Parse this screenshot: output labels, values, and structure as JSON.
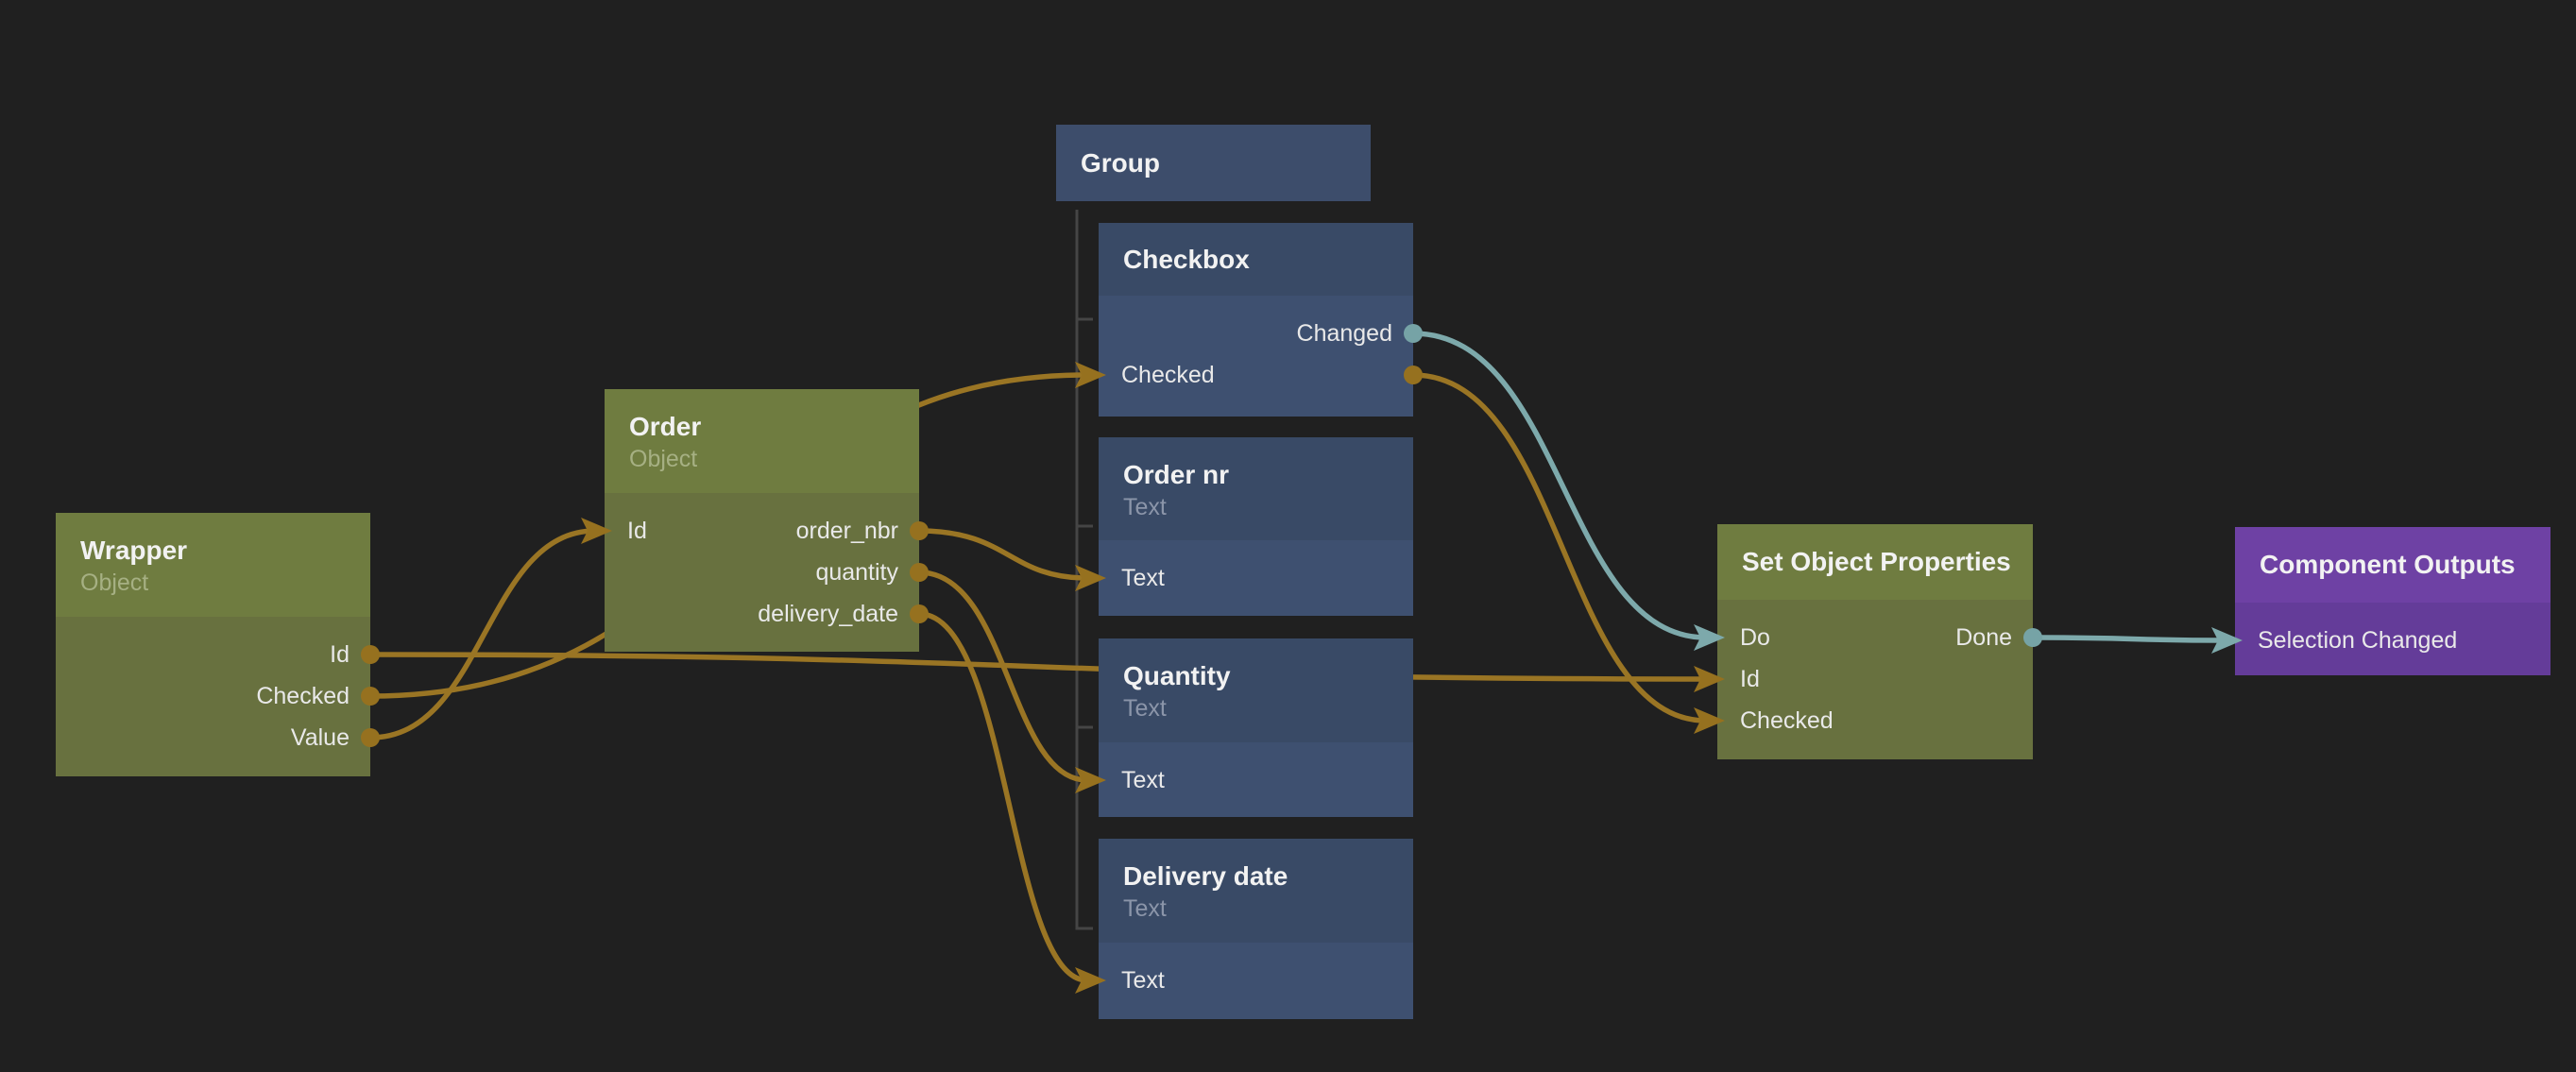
{
  "app": {
    "kind": "node-graph-editor-canvas",
    "background": "#202020"
  },
  "palette": {
    "wire_orange": "#9a7524",
    "wire_teal": "#7da9ab",
    "olive_header": "#6f7c40",
    "olive_body": "#68713f",
    "blue_header": "#394a66",
    "blue_body": "#3e5070",
    "group_fill": "#3d4d6b",
    "purple_header": "#6e41a4",
    "purple_body": "#643c99",
    "group_connector_line": "#454545"
  },
  "nodes": {
    "wrapper": {
      "title": "Wrapper",
      "subtitle": "Object",
      "ports": {
        "id": "Id",
        "checked": "Checked",
        "value": "Value"
      }
    },
    "order": {
      "title": "Order",
      "subtitle": "Object",
      "ports": {
        "id": "Id",
        "order_nbr": "order_nbr",
        "quantity": "quantity",
        "delivery_date": "delivery_date"
      }
    },
    "group": {
      "title": "Group"
    },
    "checkbox": {
      "title": "Checkbox",
      "ports": {
        "changed": "Changed",
        "checked": "Checked"
      }
    },
    "order_nr": {
      "title": "Order nr",
      "subtitle": "Text",
      "ports": {
        "text": "Text"
      }
    },
    "quantity": {
      "title": "Quantity",
      "subtitle": "Text",
      "ports": {
        "text": "Text"
      }
    },
    "delivery_date": {
      "title": "Delivery date",
      "subtitle": "Text",
      "ports": {
        "text": "Text"
      }
    },
    "set_object_properties": {
      "title": "Set Object Properties",
      "ports": {
        "do_in": "Do",
        "done": "Done",
        "id": "Id",
        "checked": "Checked"
      }
    },
    "component_outputs": {
      "title": "Component Outputs",
      "ports": {
        "selection_changed": "Selection Changed"
      }
    }
  },
  "group_children": [
    "Checkbox",
    "Order nr",
    "Quantity",
    "Delivery date"
  ],
  "connections": [
    {
      "from": "Wrapper.Id",
      "to": "Set Object Properties.Id",
      "color": "#9a7524"
    },
    {
      "from": "Wrapper.Checked",
      "to": "Checkbox.Checked",
      "color": "#9a7524"
    },
    {
      "from": "Wrapper.Value",
      "to": "Order.Id",
      "color": "#9a7524"
    },
    {
      "from": "Order.order_nbr",
      "to": "Order nr.Text",
      "color": "#9a7524"
    },
    {
      "from": "Order.quantity",
      "to": "Quantity.Text",
      "color": "#9a7524"
    },
    {
      "from": "Order.delivery_date",
      "to": "Delivery date.Text",
      "color": "#9a7524"
    },
    {
      "from": "Checkbox.Changed",
      "to": "Set Object Properties.Do",
      "color": "#7da9ab"
    },
    {
      "from": "Checkbox.Checked",
      "to": "Set Object Properties.Checked",
      "color": "#9a7524"
    },
    {
      "from": "Set Object Properties.Done",
      "to": "Component Outputs.Selection Changed",
      "color": "#7da9ab"
    }
  ]
}
